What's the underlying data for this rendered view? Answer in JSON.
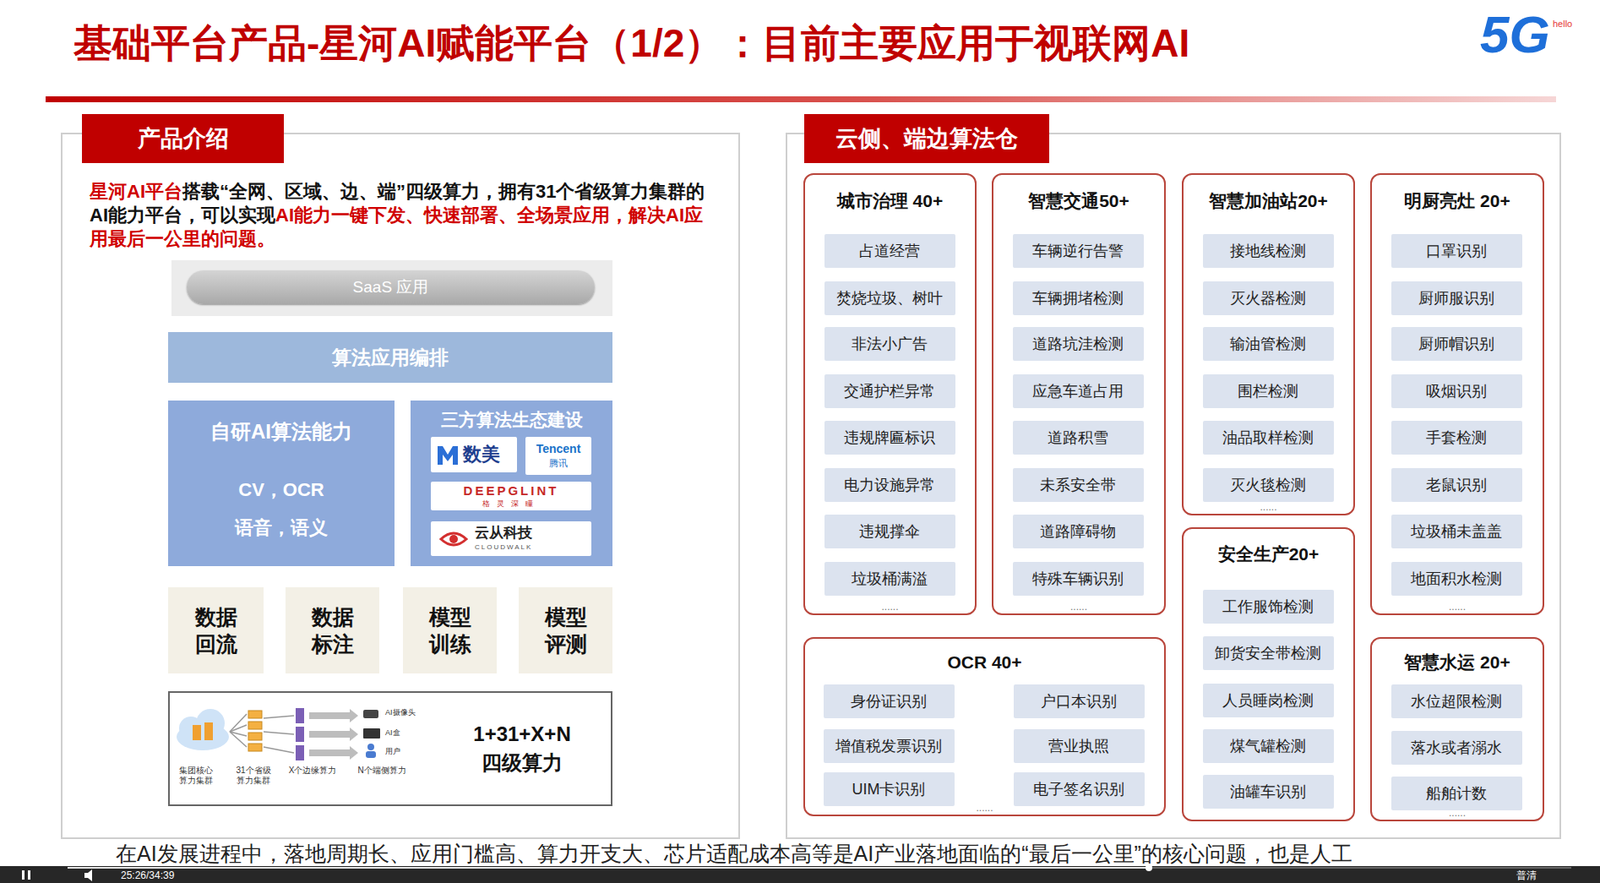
{
  "diagram": {
    "title": "基础平台产品-星河AI赋能平台（1/2）：目前主要应用于视联网AI",
    "nodes": [
      {
        "text": [
          "产品介绍",
          "星河AI平台",
          "搭载“全网、区域、边、端”四级算力，拥有31个省级算力集群的AI能力平台，可以实现",
          "AI能力一键下发、快速部署、全场景应用，解决AI应用最后一公里的问题。"
        ]
      },
      {
        "text": [
          "SaaS 应用"
        ],
        "in": 0
      },
      {
        "text": [
          "算法应用编排"
        ],
        "in": 0
      },
      {
        "text": [
          "自研AI算法能力",
          "CV，OCR",
          "语音，语义"
        ],
        "in": 0
      },
      {
        "text": [
          "三方算法生态建设"
        ],
        "in": 0
      },
      {
        "text": [
          "数美"
        ],
        "in": 4
      },
      {
        "text": [
          "Tencent",
          "腾讯"
        ],
        "in": 4
      },
      {
        "text": [
          "DEEPGLINT",
          "格灵深瞳"
        ],
        "in": 4
      },
      {
        "text": [
          "云从科技",
          "CLOUDWALK"
        ],
        "in": 4
      },
      {
        "text": [
          "数据 回流"
        ],
        "in": 0
      },
      {
        "text": [
          "数据 标注"
        ],
        "in": 0
      },
      {
        "text": [
          "模型 训练"
        ],
        "in": 0
      },
      {
        "text": [
          "模型 评测"
        ],
        "in": 0
      },
      {
        "text": [
          "1+31+X+N 四级算力"
        ],
        "in": 0
      },
      {
        "text": [
          "云侧、端边算法仓"
        ]
      },
      {
        "text": [
          "城市治理 40+",
          "......"
        ],
        "in": 14
      },
      {
        "text": [
          "占道经营"
        ],
        "in": 15
      },
      {
        "text": [
          "焚烧垃圾、树叶"
        ],
        "in": 15
      },
      {
        "text": [
          "非法小广告"
        ],
        "in": 15
      },
      {
        "text": [
          "交通护栏异常"
        ],
        "in": 15
      },
      {
        "text": [
          "违规牌匾标识"
        ],
        "in": 15
      },
      {
        "text": [
          "电力设施异常"
        ],
        "in": 15
      },
      {
        "text": [
          "违规撑伞"
        ],
        "in": 15
      },
      {
        "text": [
          "垃圾桶满溢"
        ],
        "in": 15
      },
      {
        "text": [
          "智慧交通50+",
          "......"
        ],
        "in": 14
      },
      {
        "text": [
          "车辆逆行告警"
        ],
        "in": 24
      },
      {
        "text": [
          "车辆拥堵检测"
        ],
        "in": 24
      },
      {
        "text": [
          "道路坑洼检测"
        ],
        "in": 24
      },
      {
        "text": [
          "应急车道占用"
        ],
        "in": 24
      },
      {
        "text": [
          "道路积雪"
        ],
        "in": 24
      },
      {
        "text": [
          "未系安全带"
        ],
        "in": 24
      },
      {
        "text": [
          "道路障碍物"
        ],
        "in": 24
      },
      {
        "text": [
          "特殊车辆识别"
        ],
        "in": 24
      },
      {
        "text": [
          "智慧加油站20+",
          "......"
        ],
        "in": 14
      },
      {
        "text": [
          "接地线检测"
        ],
        "in": 33
      },
      {
        "text": [
          "灭火器检测"
        ],
        "in": 33
      },
      {
        "text": [
          "输油管检测"
        ],
        "in": 33
      },
      {
        "text": [
          "围栏检测"
        ],
        "in": 33
      },
      {
        "text": [
          "油品取样检测"
        ],
        "in": 33
      },
      {
        "text": [
          "灭火毯检测"
        ],
        "in": 33
      },
      {
        "text": [
          "明厨亮灶 20+",
          "......"
        ],
        "in": 14
      },
      {
        "text": [
          "口罩识别"
        ],
        "in": 40
      },
      {
        "text": [
          "厨师服识别"
        ],
        "in": 40
      },
      {
        "text": [
          "厨师帽识别"
        ],
        "in": 40
      },
      {
        "text": [
          "吸烟识别"
        ],
        "in": 40
      },
      {
        "text": [
          "手套检测"
        ],
        "in": 40
      },
      {
        "text": [
          "老鼠识别"
        ],
        "in": 40
      },
      {
        "text": [
          "垃圾桶未盖盖"
        ],
        "in": 40
      },
      {
        "text": [
          "地面积水检测"
        ],
        "in": 40
      },
      {
        "text": [
          "OCR 40+",
          "......"
        ],
        "in": 14
      },
      {
        "text": [
          "身份证识别"
        ],
        "in": 49
      },
      {
        "text": [
          "户口本识别"
        ],
        "in": 49
      },
      {
        "text": [
          "增值税发票识别"
        ],
        "in": 49
      },
      {
        "text": [
          "营业执照"
        ],
        "in": 49
      },
      {
        "text": [
          "UIM卡识别"
        ],
        "in": 49
      },
      {
        "text": [
          "电子签名识别"
        ],
        "in": 49
      },
      {
        "text": [
          "安全生产20+"
        ],
        "in": 14
      },
      {
        "text": [
          "工作服饰检测"
        ],
        "in": 56
      },
      {
        "text": [
          "卸货安全带检测"
        ],
        "in": 56
      },
      {
        "text": [
          "人员睡岗检测"
        ],
        "in": 56
      },
      {
        "text": [
          "煤气罐检测"
        ],
        "in": 56
      },
      {
        "text": [
          "油罐车识别"
        ],
        "in": 56
      },
      {
        "text": [
          "智慧水运 20+",
          "......"
        ],
        "in": 14
      },
      {
        "text": [
          "水位超限检测"
        ],
        "in": 62
      },
      {
        "text": [
          "落水或者溺水"
        ],
        "in": 62
      },
      {
        "text": [
          "船舶计数"
        ],
        "in": 62
      }
    ],
    "labels": [
      "5G",
      "hello",
      "集团核心 算力集群",
      "31个省级 算力集群",
      "X个边缘算力",
      "N个端侧算力",
      "AI摄像头",
      "AI盒",
      "用户",
      "在AI发展进程中，落地周期长、应用门槛高、算力开支大、芯片适配成本高等是AI产业落地面临的“最后一公里”的核心问题，也是人工",
      "25:26/34:39",
      "普清"
    ]
  }
}
